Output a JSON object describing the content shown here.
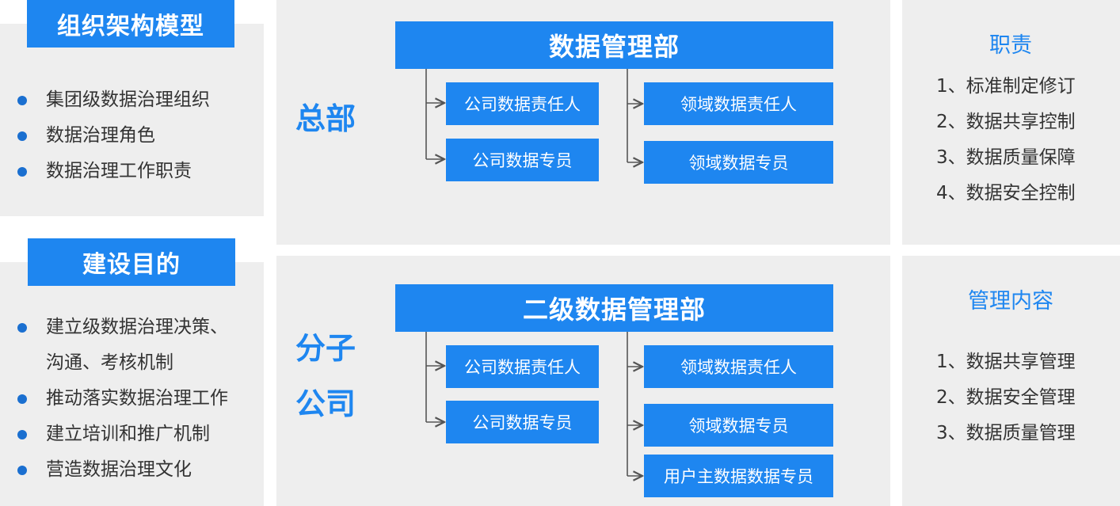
{
  "left": {
    "model": {
      "title": "组织架构模型",
      "items": [
        "集团级数据治理组织",
        "数据治理角色",
        "数据治理工作职责"
      ]
    },
    "purpose": {
      "title": "建设目的",
      "items": [
        "建立级数据治理决策、",
        "沟通、考核机制",
        "推动落实数据治理工作",
        "建立培训和推广机制",
        "营造数据治理文化"
      ]
    }
  },
  "hq": {
    "label": "总部",
    "dept": "数据管理部",
    "left_roles": [
      "公司数据责任人",
      "公司数据专员"
    ],
    "right_roles": [
      "领域数据责任人",
      "领域数据专员"
    ]
  },
  "branch": {
    "label_line1": "分子",
    "label_line2": "公司",
    "dept": "二级数据管理部",
    "left_roles": [
      "公司数据责任人",
      "公司数据专员"
    ],
    "right_roles": [
      "领域数据责任人",
      "领域数据专员",
      "用户主数据数据专员"
    ]
  },
  "duties": {
    "title": "职责",
    "items": [
      "1、标准制定修订",
      "2、数据共享控制",
      "3、数据质量保障",
      "4、数据安全控制"
    ]
  },
  "mgmt": {
    "title": "管理内容",
    "items": [
      "1、数据共享管理",
      "2、数据安全管理",
      "3、数据质量管理"
    ]
  },
  "colors": {
    "accent": "#1e86f0",
    "panel": "#eeeeee",
    "bullet": "#1a6fd0",
    "text": "#333333",
    "connector": "#555555"
  }
}
